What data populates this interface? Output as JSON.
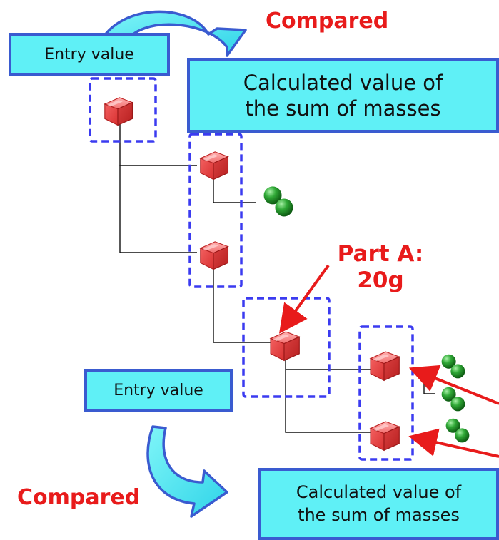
{
  "labels": {
    "entry_top": "Entry value",
    "calc_top_line1": "Calculated value of",
    "calc_top_line2": "the sum of masses",
    "compared_top": "Compared",
    "part_a_line1": "Part A:",
    "part_a_line2": "20g",
    "entry_bottom": "Entry value",
    "calc_bottom_line1": "Calculated value of",
    "calc_bottom_line2": "the sum of masses",
    "compared_bottom": "Compared"
  },
  "colors": {
    "box_fill": "#5ff0f6",
    "box_border": "#3a5bd0",
    "dashed_border": "#3b3bf0",
    "accent_red": "#e81b1b",
    "part_red": "#f05a5a",
    "sphere_green": "#1f9a2a"
  },
  "icons": {
    "part": "red-cube-icon",
    "material": "green-spheres-icon",
    "compare": "curved-arrow-icon"
  }
}
